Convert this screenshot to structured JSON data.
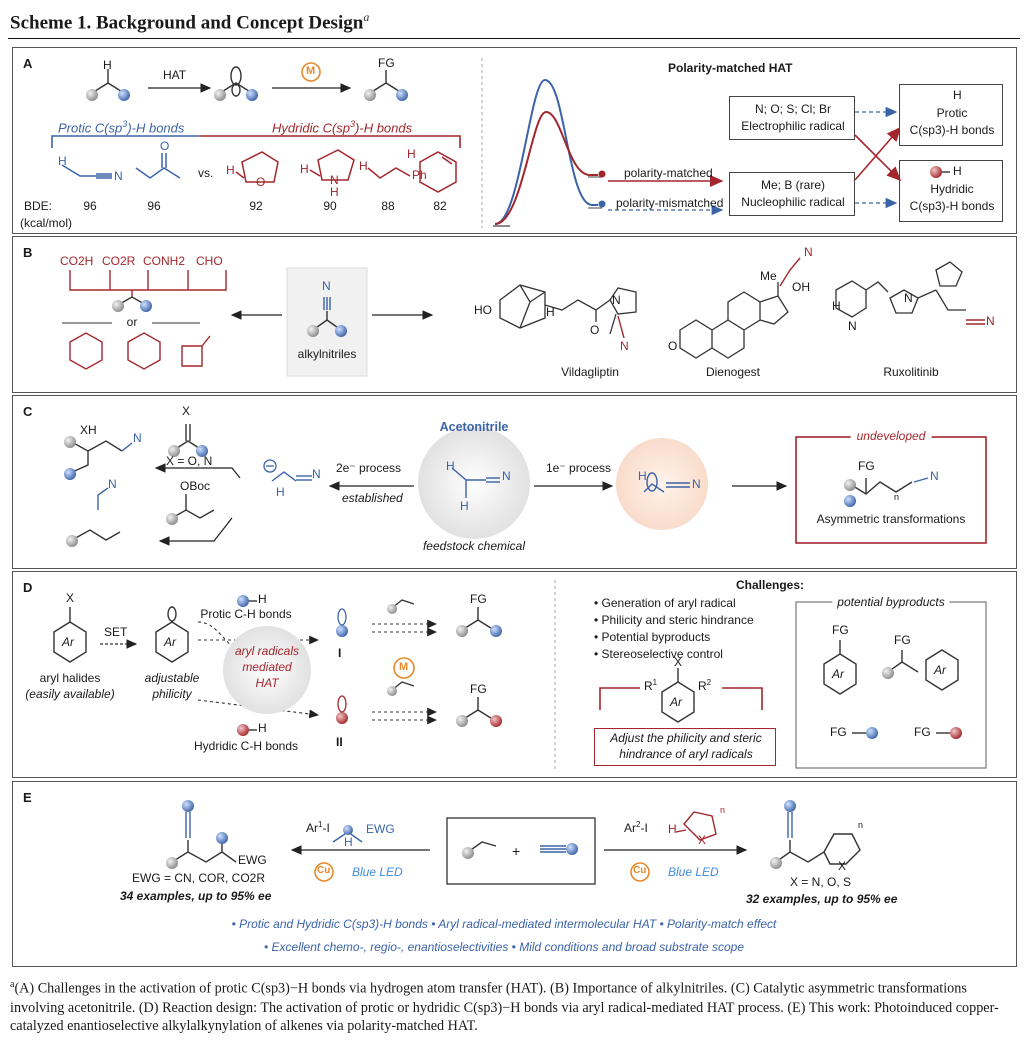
{
  "title": {
    "text": "Scheme 1. Background and Concept Design",
    "sup": "a"
  },
  "panelA": {
    "label": "A",
    "hat": "HAT",
    "fg": "FG",
    "m": "M",
    "protic_title": "Protic C(sp",
    "protic_sup": "3",
    "protic_tail": ")-H bonds",
    "hydridic_title": "Hydridic C(sp",
    "hydridic_sup": "3",
    "hydridic_tail": ")-H bonds",
    "vs": "vs.",
    "bde_label": "BDE:",
    "bde_unit": "(kcal/mol)",
    "bde_values": [
      "96",
      "96",
      "92",
      "90",
      "88",
      "82"
    ],
    "atoms": {
      "h": "H",
      "n": "N",
      "o": "O",
      "nh": "N",
      "nh_h": "H",
      "ph": "Ph"
    },
    "pm_title": "Polarity-matched HAT",
    "pm_matched": "polarity-matched",
    "pm_mismatched": "polarity-mismatched",
    "electrophilic_species": "N; O; S; Cl; Br",
    "electrophilic_label": "Electrophilic radical",
    "nucleophilic_species": "Me; B (rare)",
    "nucleophilic_label": "Nucleophilic radical",
    "protic_box": [
      "Protic",
      "C(sp3)-H bonds"
    ],
    "hydridic_box": [
      "Hydridic",
      "C(sp3)-H bonds"
    ],
    "box_h": "H"
  },
  "panelB": {
    "label": "B",
    "groups": [
      "CO2H",
      "CO2R",
      "CONH2",
      "CHO"
    ],
    "or": "or",
    "alkylnitriles": "alkylnitriles",
    "drugs": [
      "Vildagliptin",
      "Dienogest",
      "Ruxolitinib"
    ],
    "atoms": {
      "ho": "HO",
      "nh": "H",
      "n": "N",
      "o": "O",
      "me": "Me",
      "oh": "OH",
      "h": "H",
      "hn": "H",
      "cn": "N"
    }
  },
  "panelC": {
    "label": "C",
    "acetonitrile": "Acetonitrile",
    "feedstock": "feedstock chemical",
    "two_e": "2e⁻ process",
    "established": "established",
    "one_e": "1e⁻ process",
    "undeveloped": "undeveloped",
    "asym": "Asymmetric transformations",
    "xh": "XH",
    "x": "X",
    "x_eq": "X = O, N",
    "oboc": "OBoc",
    "fg": "FG",
    "n_sub": "n",
    "atoms": {
      "h": "H",
      "n": "N"
    }
  },
  "panelD": {
    "label": "D",
    "x": "X",
    "ar": "Ar",
    "set": "SET",
    "aryl_halides": "aryl halides",
    "easily": "(easily available)",
    "adjustable": "adjustable",
    "philicity": "philicity",
    "protic": "Protic C-H bonds",
    "hydridic": "Hydridic C-H bonds",
    "center": [
      "aryl radicals",
      "mediated",
      "HAT"
    ],
    "roman": [
      "I",
      "II"
    ],
    "m": "M",
    "fg": "FG",
    "h": "H",
    "challenges_title": "Challenges:",
    "challenges": [
      "Generation of aryl radical",
      "Philicity and steric hindrance",
      "Potential byproducts",
      "Stereoselective control"
    ],
    "r1": "R",
    "r1_sup": "1",
    "r2": "R",
    "r2_sup": "2",
    "adjust": [
      "Adjust the philicity and steric",
      "hindrance of aryl radicals"
    ],
    "potential": "potential byproducts"
  },
  "panelE": {
    "label": "E",
    "ar1": "Ar",
    "ar1_sup": "1",
    "ar1_tail": "-I",
    "ar2": "Ar",
    "ar2_sup": "2",
    "ar2_tail": "-I",
    "ewg": "EWG",
    "h": "H",
    "x": "X",
    "n": "n",
    "cu": "Cu",
    "blue_led": "Blue LED",
    "plus": "+",
    "left_ewg_def": "EWG = CN, COR, CO2R",
    "left_examples": "34 examples, up to 95% ee",
    "right_x_def": "X = N, O, S",
    "right_examples": "32 examples, up to 95% ee",
    "bullets1": "• Protic and Hydridic C(sp3)-H bonds  • Aryl radical-mediated intermolecular HAT  • Polarity-match effect",
    "bullets2": "• Excellent chemo-, regio-, enantioselectivities  • Mild conditions and broad substrate scope"
  },
  "footnote": {
    "sup": "a",
    "text": "(A) Challenges in the activation of protic C(sp3)−H bonds via hydrogen atom transfer (HAT). (B) Importance of alkylnitriles. (C) Catalytic asymmetric transformations involving acetonitrile. (D) Reaction design: The activation of protic or hydridic C(sp3)−H bonds via aryl radical-mediated HAT process. (E) This work: Photoinduced copper-catalyzed enantioselective alkylalkynylation of alkenes via polarity-matched HAT."
  },
  "colors": {
    "red": "#a3262c",
    "blue": "#3b63a8",
    "orange": "#e8892b",
    "gray": "#9a9a9a"
  }
}
